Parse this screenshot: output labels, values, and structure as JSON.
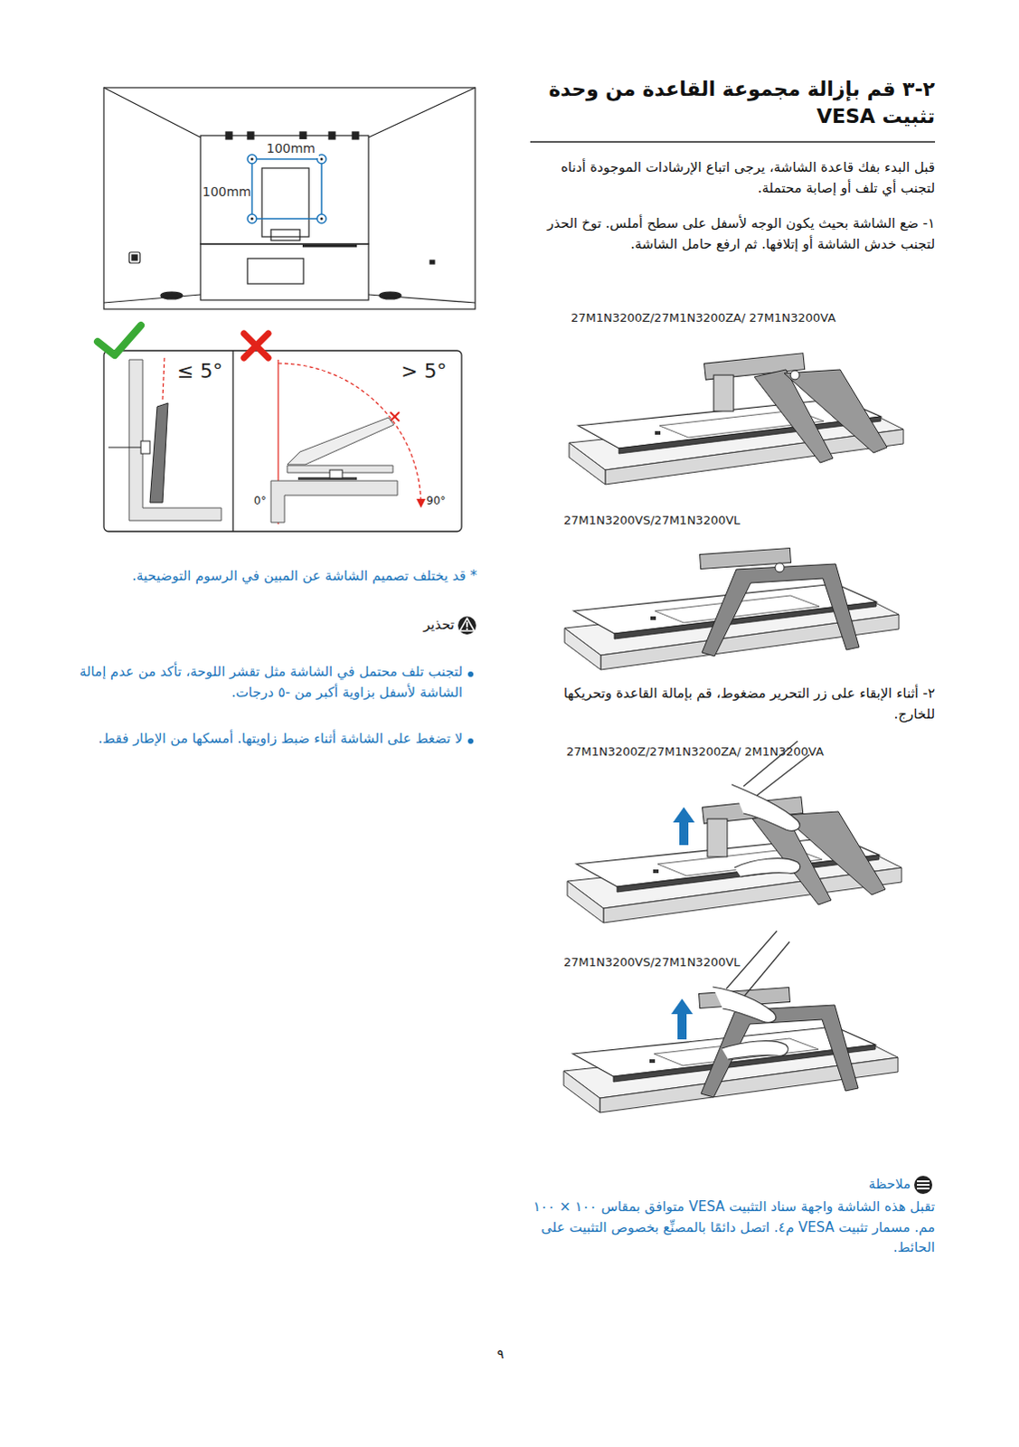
{
  "diagram": {
    "title": "٢-٣ قم بإزالة مجموعة القاعدة من وحدة تثبيت VESA",
    "labels": [
      "100mm",
      "100mm",
      "≤ 5°",
      "> 5°",
      "0°",
      "90°",
      "قبل البدء بفك قاعدة الشاشة، يرجى اتباع الإرشادات الموجودة أدناه لتجنب أي تلف أو إصابة محتملة.",
      "١- ضع الشاشة بحيث يكون الوجه لأسفل على سطح أملس. توخ الحذر لتجنب خدش الشاشة أو إتلافها. ثم ارفع حامل الشاشة.",
      "27M1N3200Z/27M1N3200ZA/ 27M1N3200VA",
      "27M1N3200VS/27M1N3200VL",
      "٢- أثناء الإبقاء على زر التحرير مضغوط، قم بإمالة القاعدة وتحريكها للخارج.",
      "27M1N3200Z/27M1N3200ZA/ 2M1N3200VA",
      "27M1N3200VS/27M1N3200VL",
      "* قد يختلف تصميم الشاشة عن المبين في الرسوم التوضيحية.",
      "تحذير",
      "لتجنب تلف محتمل في الشاشة مثل تقشر اللوحة، تأكد من عدم إمالة الشاشة لأسفل بزاوية أكبر من -٥ درجات.",
      "لا تضغط على الشاشة أثناء ضبط زاويتها. أمسكها من الإطار فقط.",
      "ملاحظة",
      "تقبل هذه الشاشة واجهة سناد التثبيت VESA متوافق بمقاس ١٠٠ × ١٠٠ مم. مسمار تثبيت VESA م٤. اتصل دائمًا بالمصنِّع بخصوص التثبيت على الحائط.",
      "٩"
    ]
  }
}
